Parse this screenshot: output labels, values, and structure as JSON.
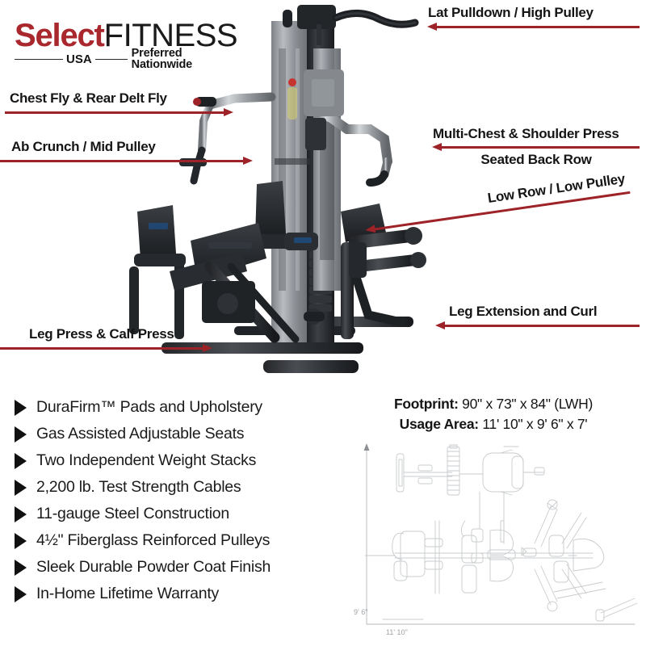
{
  "brand": {
    "name_bold": "Select",
    "name_light": "FITNESS",
    "country": "USA",
    "tagline": "Preferred Nationwide",
    "red": "#a8282d",
    "black": "#1a1a1a"
  },
  "accent": {
    "arrow_red": "#9e2328",
    "bullet_black": "#111111"
  },
  "callouts": [
    {
      "id": "lat-pulldown",
      "label": "Lat Pulldown / High Pulley",
      "direction": "left"
    },
    {
      "id": "chest-fly",
      "label": "Chest Fly & Rear Delt Fly",
      "direction": "right"
    },
    {
      "id": "ab-crunch",
      "label": "Ab Crunch / Mid Pulley",
      "direction": "right"
    },
    {
      "id": "multi-chest",
      "label": "Multi-Chest & Shoulder Press",
      "label2": "Seated Back Row",
      "direction": "left"
    },
    {
      "id": "low-row",
      "label": "Low Row / Low Pulley",
      "direction": "left"
    },
    {
      "id": "leg-extension",
      "label": "Leg Extension and Curl",
      "direction": "left"
    },
    {
      "id": "leg-press",
      "label": "Leg Press & Calf Press",
      "direction": "right"
    }
  ],
  "features": [
    "DuraFirm™ Pads and Upholstery",
    "Gas Assisted Adjustable Seats",
    "Two Independent Weight Stacks",
    "2,200 lb. Test Strength Cables",
    "11-gauge Steel Construction",
    "4½\" Fiberglass Reinforced Pulleys",
    "Sleek Durable Powder Coat Finish",
    "In-Home Lifetime Warranty"
  ],
  "specs": {
    "footprint_label": "Footprint:",
    "footprint_value": " 90\" x 73\" x 84\" (LWH)",
    "usage_label": "Usage Area:",
    "usage_value": " 11' 10\" x 9' 6\" x 7'"
  },
  "diagram": {
    "height_dim": "9' 6\"",
    "width_dim": "11' 10\""
  }
}
